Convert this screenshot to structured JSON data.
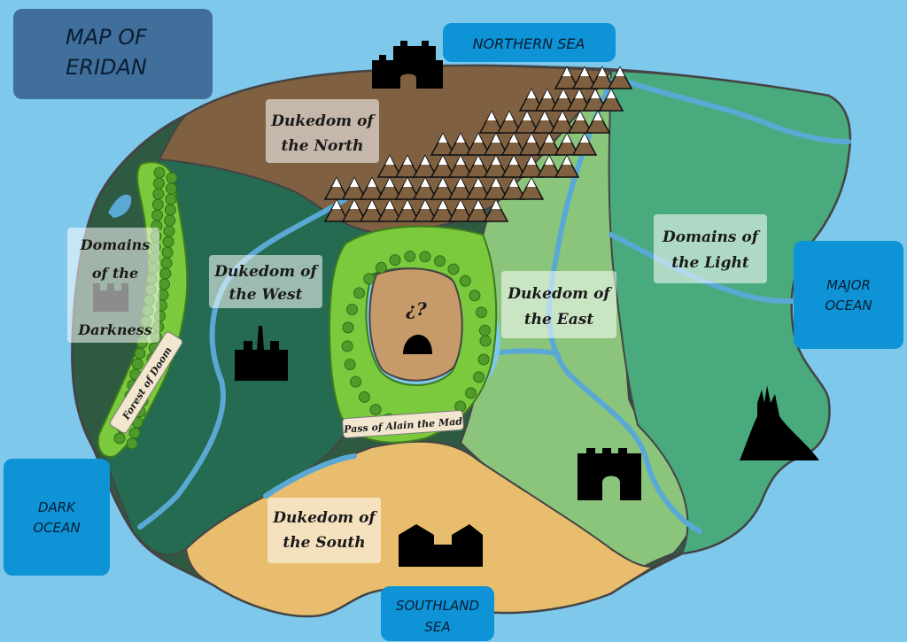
{
  "map": {
    "title_line1": "MAP OF",
    "title_line2": "ERIDAN",
    "seas": {
      "north": "NORTHERN SEA",
      "east_line1": "MAJOR",
      "east_line2": "OCEAN",
      "west_line1": "DARK",
      "west_line2": "OCEAN",
      "south_line1": "SOUTHLAND",
      "south_line2": "SEA"
    },
    "regions": {
      "north_line1": "Dukedom of",
      "north_line2": "the North",
      "west_line1": "Dukedom of",
      "west_line2": "the West",
      "east_line1": "Dukedom of",
      "east_line2": "the East",
      "south_line1": "Dukedom of",
      "south_line2": "the South",
      "light_line1": "Domains of",
      "light_line2": "the Light",
      "dark_line1": "Domains",
      "dark_line2": "of the",
      "dark_line3": "Darkness",
      "center": "¿?"
    },
    "features": {
      "forest": "Forest of Doom",
      "pass": "Pass of Alain the Mad"
    },
    "colors": {
      "sea": "#7ec8ec",
      "sea_box": "#0d93d6",
      "title_box": "#3f6f9a",
      "north": "#7f6142",
      "west": "#246b52",
      "dark": "#2f5a42",
      "east": "#8bc57b",
      "light": "#49aa7e",
      "south": "#e8bd6d",
      "center": "#c79a6a",
      "river": "#5aa9d4",
      "forest": "#7bc93c"
    }
  }
}
